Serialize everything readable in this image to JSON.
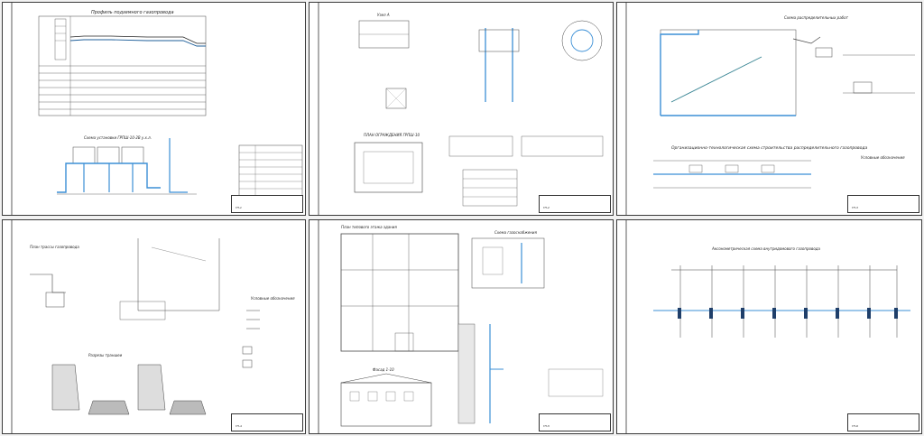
{
  "colors": {
    "line": "#333333",
    "pipe": "#1f5f9a",
    "accent": "#3b8fd6",
    "paper": "#ffffff"
  },
  "sheets": [
    {
      "id": "s1",
      "title": "Профиль подземного газопровода",
      "subtitle": "Схема установки ГРПШ-10-2В у.х.л.",
      "stamp": "ГП-1"
    },
    {
      "id": "s2",
      "title": "Узел А",
      "subtitle": "ПЛАН ОГРАЖДЕНИЯ ГРПШ-10",
      "stamp": "ГП-2"
    },
    {
      "id": "s3",
      "title": "Схема распределительных работ",
      "subtitle": "Организационно-технологическая схема строительства распределительного газопровода",
      "legend": "Условные обозначения",
      "stamp": "ГП-3"
    },
    {
      "id": "s4",
      "title": "План трассы газопровода",
      "subtitle": "Разрезы траншеи",
      "legend": "Условные обозначения",
      "stamp": "ГП-4"
    },
    {
      "id": "s5",
      "title": "План типового этажа здания",
      "subtitle": "Фасад 1-10",
      "extra": "Схема газоснабжения",
      "stamp": "ГП-5"
    },
    {
      "id": "s6",
      "title": "Аксонометрическая схема внутридомового газопровода",
      "stamp": "ГП-6"
    }
  ]
}
